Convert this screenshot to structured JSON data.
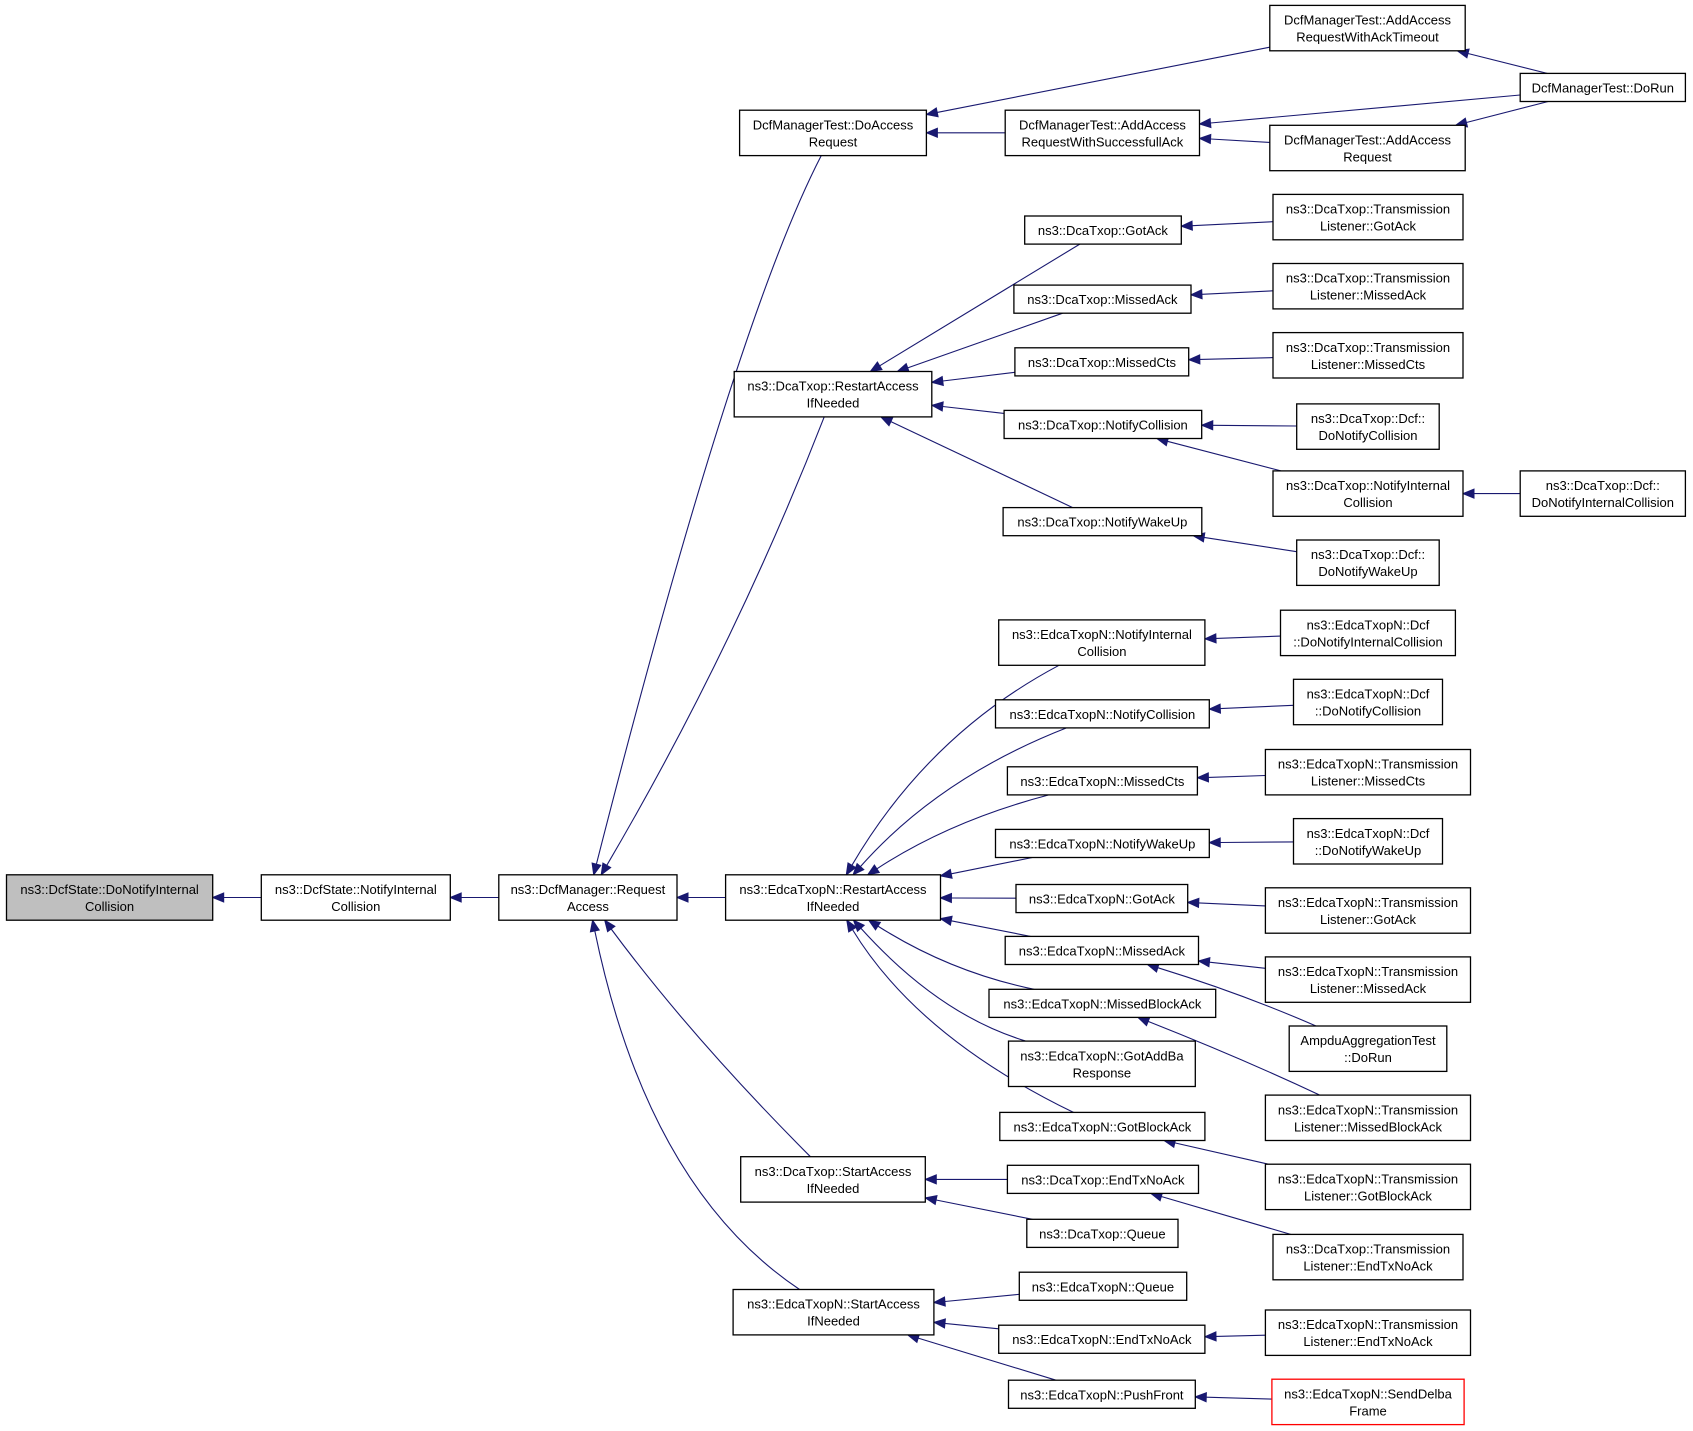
{
  "graph": {
    "colors": {
      "edge": "#191970",
      "root_fill": "#bfbfbf",
      "truncated_border": "#ff0000"
    },
    "nodes": [
      {
        "id": "root",
        "lines": [
          "ns3::DcfState::DoNotifyInternal",
          "Collision"
        ],
        "style": "root"
      },
      {
        "id": "n1",
        "lines": [
          "ns3::DcfState::NotifyInternal",
          "Collision"
        ]
      },
      {
        "id": "n2",
        "lines": [
          "ns3::DcfManager::Request",
          "Access"
        ]
      },
      {
        "id": "dm_doaccess",
        "lines": [
          "DcfManagerTest::DoAccess",
          "Request"
        ]
      },
      {
        "id": "dm_ack_timeout",
        "lines": [
          "DcfManagerTest::AddAccess",
          "RequestWithAckTimeout"
        ]
      },
      {
        "id": "dm_succ_ack",
        "lines": [
          "DcfManagerTest::AddAccess",
          "RequestWithSuccessfullAck"
        ]
      },
      {
        "id": "dm_addaccess",
        "lines": [
          "DcfManagerTest::AddAccess",
          "Request"
        ]
      },
      {
        "id": "dm_dorun",
        "lines": [
          "DcfManagerTest::DoRun"
        ]
      },
      {
        "id": "dca_restart",
        "lines": [
          "ns3::DcaTxop::RestartAccess",
          "IfNeeded"
        ]
      },
      {
        "id": "dca_gotack",
        "lines": [
          "ns3::DcaTxop::GotAck"
        ]
      },
      {
        "id": "dca_tl_gotack",
        "lines": [
          "ns3::DcaTxop::Transmission",
          "Listener::GotAck"
        ]
      },
      {
        "id": "dca_missedack",
        "lines": [
          "ns3::DcaTxop::MissedAck"
        ]
      },
      {
        "id": "dca_tl_missedack",
        "lines": [
          "ns3::DcaTxop::Transmission",
          "Listener::MissedAck"
        ]
      },
      {
        "id": "dca_missedcts",
        "lines": [
          "ns3::DcaTxop::MissedCts"
        ]
      },
      {
        "id": "dca_tl_missedcts",
        "lines": [
          "ns3::DcaTxop::Transmission",
          "Listener::MissedCts"
        ]
      },
      {
        "id": "dca_notifycoll",
        "lines": [
          "ns3::DcaTxop::NotifyCollision"
        ]
      },
      {
        "id": "dca_dcf_donotifycoll",
        "lines": [
          "ns3::DcaTxop::Dcf::",
          "DoNotifyCollision"
        ]
      },
      {
        "id": "dca_notifyinternal",
        "lines": [
          "ns3::DcaTxop::NotifyInternal",
          "Collision"
        ]
      },
      {
        "id": "dca_dcf_donotifyinternal",
        "lines": [
          "ns3::DcaTxop::Dcf::",
          "DoNotifyInternalCollision"
        ]
      },
      {
        "id": "dca_notifywakeup",
        "lines": [
          "ns3::DcaTxop::NotifyWakeUp"
        ]
      },
      {
        "id": "dca_dcf_donotifywakeup",
        "lines": [
          "ns3::DcaTxop::Dcf::",
          "DoNotifyWakeUp"
        ]
      },
      {
        "id": "ed_restart",
        "lines": [
          "ns3::EdcaTxopN::RestartAccess",
          "IfNeeded"
        ]
      },
      {
        "id": "ed_notifyinternal",
        "lines": [
          "ns3::EdcaTxopN::NotifyInternal",
          "Collision"
        ]
      },
      {
        "id": "ed_dcf_donotifyinternal",
        "lines": [
          "ns3::EdcaTxopN::Dcf",
          "::DoNotifyInternalCollision"
        ]
      },
      {
        "id": "ed_notifycoll",
        "lines": [
          "ns3::EdcaTxopN::NotifyCollision"
        ]
      },
      {
        "id": "ed_dcf_donotifycoll",
        "lines": [
          "ns3::EdcaTxopN::Dcf",
          "::DoNotifyCollision"
        ]
      },
      {
        "id": "ed_missedcts",
        "lines": [
          "ns3::EdcaTxopN::MissedCts"
        ]
      },
      {
        "id": "ed_tl_missedcts",
        "lines": [
          "ns3::EdcaTxopN::Transmission",
          "Listener::MissedCts"
        ]
      },
      {
        "id": "ed_notifywakeup",
        "lines": [
          "ns3::EdcaTxopN::NotifyWakeUp"
        ]
      },
      {
        "id": "ed_dcf_donotifywakeup",
        "lines": [
          "ns3::EdcaTxopN::Dcf",
          "::DoNotifyWakeUp"
        ]
      },
      {
        "id": "ed_gotack",
        "lines": [
          "ns3::EdcaTxopN::GotAck"
        ]
      },
      {
        "id": "ed_tl_gotack",
        "lines": [
          "ns3::EdcaTxopN::Transmission",
          "Listener::GotAck"
        ]
      },
      {
        "id": "ed_missedack",
        "lines": [
          "ns3::EdcaTxopN::MissedAck"
        ]
      },
      {
        "id": "ed_tl_missedack",
        "lines": [
          "ns3::EdcaTxopN::Transmission",
          "Listener::MissedAck"
        ]
      },
      {
        "id": "ampdu_dorun",
        "lines": [
          "AmpduAggregationTest",
          "::DoRun"
        ]
      },
      {
        "id": "ed_missedblockack",
        "lines": [
          "ns3::EdcaTxopN::MissedBlockAck"
        ]
      },
      {
        "id": "ed_tl_missedblockack",
        "lines": [
          "ns3::EdcaTxopN::Transmission",
          "Listener::MissedBlockAck"
        ]
      },
      {
        "id": "ed_gotaddba",
        "lines": [
          "ns3::EdcaTxopN::GotAddBa",
          "Response"
        ]
      },
      {
        "id": "ed_gotblockack",
        "lines": [
          "ns3::EdcaTxopN::GotBlockAck"
        ]
      },
      {
        "id": "ed_tl_gotblockack",
        "lines": [
          "ns3::EdcaTxopN::Transmission",
          "Listener::GotBlockAck"
        ]
      },
      {
        "id": "dca_start",
        "lines": [
          "ns3::DcaTxop::StartAccess",
          "IfNeeded"
        ]
      },
      {
        "id": "dca_endtxnoack",
        "lines": [
          "ns3::DcaTxop::EndTxNoAck"
        ]
      },
      {
        "id": "dca_tl_endtxnoack",
        "lines": [
          "ns3::DcaTxop::Transmission",
          "Listener::EndTxNoAck"
        ]
      },
      {
        "id": "dca_queue",
        "lines": [
          "ns3::DcaTxop::Queue"
        ]
      },
      {
        "id": "ed_start",
        "lines": [
          "ns3::EdcaTxopN::StartAccess",
          "IfNeeded"
        ]
      },
      {
        "id": "ed_queue",
        "lines": [
          "ns3::EdcaTxopN::Queue"
        ]
      },
      {
        "id": "ed_endtxnoack",
        "lines": [
          "ns3::EdcaTxopN::EndTxNoAck"
        ]
      },
      {
        "id": "ed_tl_endtxnoack",
        "lines": [
          "ns3::EdcaTxopN::Transmission",
          "Listener::EndTxNoAck"
        ]
      },
      {
        "id": "ed_pushfront",
        "lines": [
          "ns3::EdcaTxopN::PushFront"
        ]
      },
      {
        "id": "ed_senddelba",
        "lines": [
          "ns3::EdcaTxopN::SendDelba",
          "Frame"
        ],
        "style": "truncated"
      }
    ],
    "edges": [
      [
        "n1",
        "root"
      ],
      [
        "n2",
        "n1"
      ],
      [
        "dm_doaccess",
        "n2"
      ],
      [
        "dca_restart",
        "n2"
      ],
      [
        "ed_restart",
        "n2"
      ],
      [
        "dca_start",
        "n2"
      ],
      [
        "ed_start",
        "n2"
      ],
      [
        "dm_ack_timeout",
        "dm_doaccess"
      ],
      [
        "dm_succ_ack",
        "dm_doaccess"
      ],
      [
        "dm_dorun",
        "dm_ack_timeout"
      ],
      [
        "dm_dorun",
        "dm_succ_ack"
      ],
      [
        "dm_addaccess",
        "dm_succ_ack"
      ],
      [
        "dm_dorun",
        "dm_addaccess"
      ],
      [
        "dca_gotack",
        "dca_restart"
      ],
      [
        "dca_missedack",
        "dca_restart"
      ],
      [
        "dca_missedcts",
        "dca_restart"
      ],
      [
        "dca_notifycoll",
        "dca_restart"
      ],
      [
        "dca_notifywakeup",
        "dca_restart"
      ],
      [
        "dca_tl_gotack",
        "dca_gotack"
      ],
      [
        "dca_tl_missedack",
        "dca_missedack"
      ],
      [
        "dca_tl_missedcts",
        "dca_missedcts"
      ],
      [
        "dca_dcf_donotifycoll",
        "dca_notifycoll"
      ],
      [
        "dca_notifyinternal",
        "dca_notifycoll"
      ],
      [
        "dca_dcf_donotifyinternal",
        "dca_notifyinternal"
      ],
      [
        "dca_dcf_donotifywakeup",
        "dca_notifywakeup"
      ],
      [
        "ed_notifyinternal",
        "ed_restart"
      ],
      [
        "ed_notifycoll",
        "ed_restart"
      ],
      [
        "ed_missedcts",
        "ed_restart"
      ],
      [
        "ed_notifywakeup",
        "ed_restart"
      ],
      [
        "ed_gotack",
        "ed_restart"
      ],
      [
        "ed_missedack",
        "ed_restart"
      ],
      [
        "ed_missedblockack",
        "ed_restart"
      ],
      [
        "ed_gotaddba",
        "ed_restart"
      ],
      [
        "ed_gotblockack",
        "ed_restart"
      ],
      [
        "ed_dcf_donotifyinternal",
        "ed_notifyinternal"
      ],
      [
        "ed_dcf_donotifycoll",
        "ed_notifycoll"
      ],
      [
        "ed_tl_missedcts",
        "ed_missedcts"
      ],
      [
        "ed_dcf_donotifywakeup",
        "ed_notifywakeup"
      ],
      [
        "ed_tl_gotack",
        "ed_gotack"
      ],
      [
        "ed_tl_missedack",
        "ed_missedack"
      ],
      [
        "ampdu_dorun",
        "ed_missedack"
      ],
      [
        "ed_tl_missedblockack",
        "ed_missedblockack"
      ],
      [
        "ed_tl_gotblockack",
        "ed_gotblockack"
      ],
      [
        "dca_endtxnoack",
        "dca_start"
      ],
      [
        "dca_queue",
        "dca_start"
      ],
      [
        "dca_tl_endtxnoack",
        "dca_endtxnoack"
      ],
      [
        "ed_queue",
        "ed_start"
      ],
      [
        "ed_endtxnoack",
        "ed_start"
      ],
      [
        "ed_pushfront",
        "ed_start"
      ],
      [
        "ed_tl_endtxnoack",
        "ed_endtxnoack"
      ],
      [
        "ed_senddelba",
        "ed_pushfront"
      ]
    ]
  }
}
